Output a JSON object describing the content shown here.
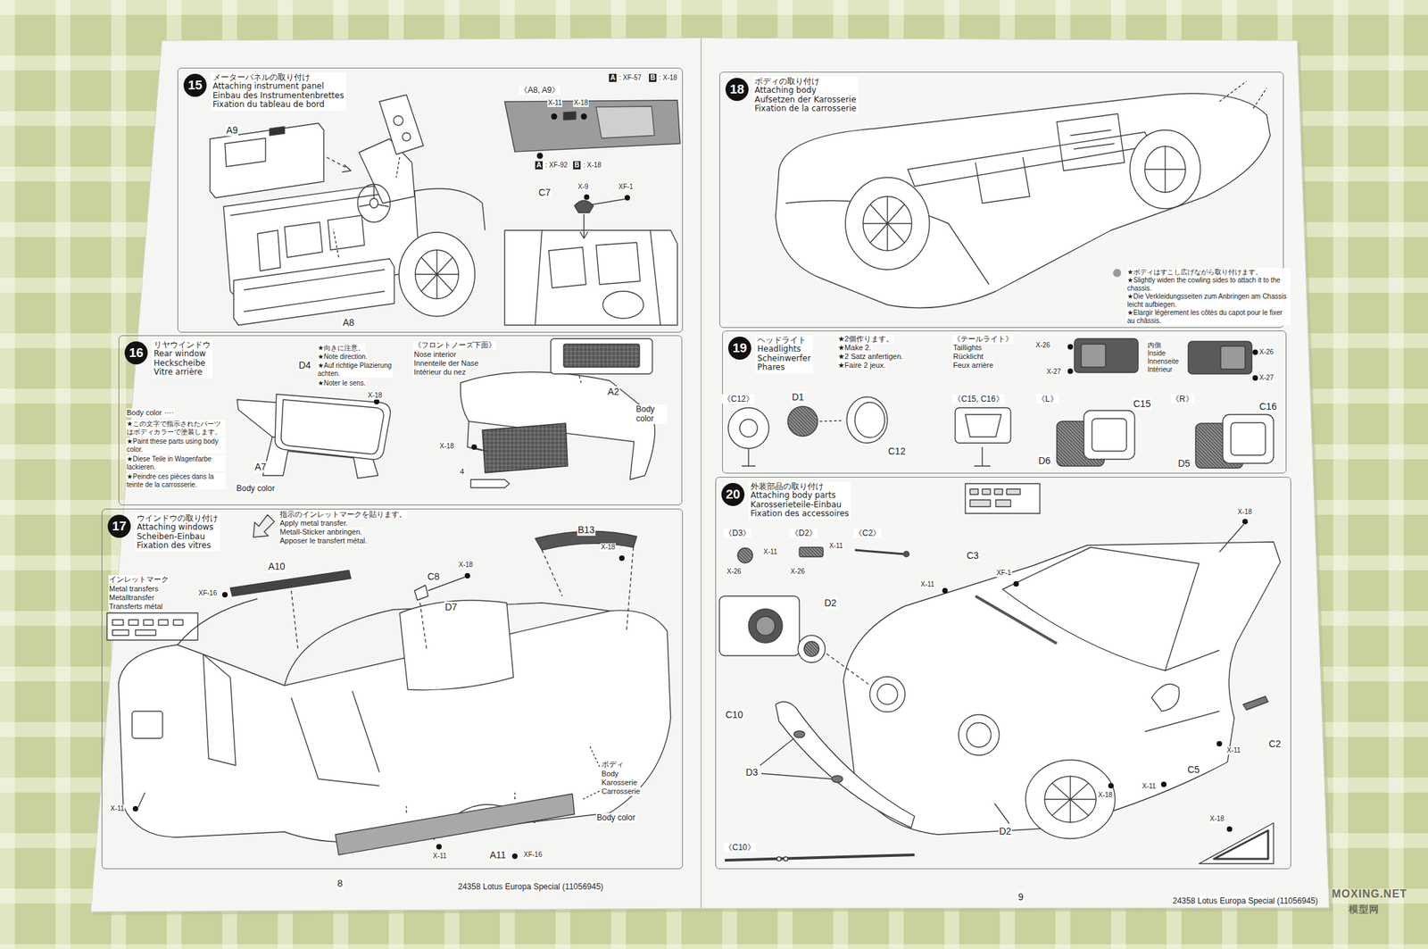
{
  "diagram": {
    "nodes": [
      {
        "text": [
          "15",
          "メーターパネルの取り付け",
          "Attaching instrument panel",
          "Einbau des Instrumentenbrettes",
          "Fixation du tableau de bord"
        ]
      },
      {
        "text": [
          "16",
          "リヤウインドウ",
          "Rear window",
          "Heckscheibe",
          "Vitre arrière"
        ]
      },
      {
        "text": [
          "17",
          "ウインドウの取り付け",
          "Attaching windows",
          "Scheiben-Einbau",
          "Fixation des vitres"
        ]
      },
      {
        "text": [
          "18",
          "ボディの取り付け",
          "Attaching body",
          "Aufsetzen der Karosserie",
          "Fixation de la carrosserie"
        ]
      },
      {
        "text": [
          "19",
          "ヘッドライト",
          "Headlights",
          "Scheinwerfer",
          "Phares"
        ]
      },
      {
        "text": [
          "20",
          "外装部品の取り付け",
          "Attaching body parts",
          "Karosserieteile-Einbau",
          "Fixation des accessoires"
        ]
      }
    ],
    "labels": [
      "A9",
      "A8",
      "《A8, A9》",
      "X-11",
      "X-18",
      "A",
      ": XF-57",
      "B",
      ": X-18",
      "A",
      ": XF-92",
      "B",
      ": X-18",
      "C7",
      "X-9",
      "XF-1",
      "D4",
      "★向きに注意。",
      "★Note direction.",
      "★Auf richtige Plazierung achten.",
      "★Noter le sens.",
      "X-18",
      "Body color ····",
      "★この文字で指示されたパーツはボディカラーで塗装します。",
      "★Paint these parts using body color.",
      "★Diese Teile in Wagenfarbe lackieren.",
      "★Peindre ces pièces dans la teinte de la carrosserie.",
      "A7",
      "Body color",
      "《フロントノーズ下面》",
      "Nose interior",
      "Innenteile der Nase",
      "Intérieur du nez",
      "A2",
      "Body color",
      "X-18",
      "4",
      "指示のインレットマークを貼ります。",
      "Apply metal transfer.",
      "Metall-Sticker anbringen.",
      "Apposer le transfert métal.",
      "インレットマーク",
      "Metal transfers",
      "Metalltransfer",
      "Transferts métal",
      "XF-16",
      "A10",
      "C8",
      "X-18",
      "B13",
      "X-18",
      "D7",
      "ボディ",
      "Body",
      "Karosserie",
      "Carrosserie",
      "Body color",
      "X-11",
      "X-11",
      "A11",
      "XF-16",
      "8",
      "24358 Lotus Europa Special (11056945)",
      "★ボディはすこし広げながら取り付けます。",
      "★Slightly widen the cowling sides to attach it to the chassis.",
      "★Die Verkleidungsseiten zum Anbringen am Chassis leicht aufbiegen.",
      "★Elargir légèrement les côtés du capot pour le fixer au châssis.",
      "★2個作ります。",
      "★Make 2.",
      "★2 Satz anfertigen.",
      "★Faire 2 jeux.",
      "《テールライト》",
      "Taillights",
      "Rücklicht",
      "Feux arrière",
      "《C12》",
      "D1",
      "C12",
      "《C15, C16》",
      "《L》",
      "C15",
      "D6",
      "《R》",
      "C16",
      "D5",
      "X-26",
      "X-27",
      "内側",
      "Inside",
      "Innenseite",
      "Intérieur",
      "X-26",
      "X-27",
      "《D3》",
      "X-11",
      "X-26",
      "《D2》",
      "X-11",
      "X-26",
      "《C2》",
      "C3",
      "XF-1",
      "X-18",
      "X-11",
      "D2",
      "C10",
      "D3",
      "D2",
      "X-18",
      "X-11",
      "C5",
      "X-11",
      "C2",
      "X-18",
      "《C10》",
      "9",
      "24358 Lotus Europa Special (11056945)",
      "MOXING.NET",
      "模型网"
    ]
  }
}
